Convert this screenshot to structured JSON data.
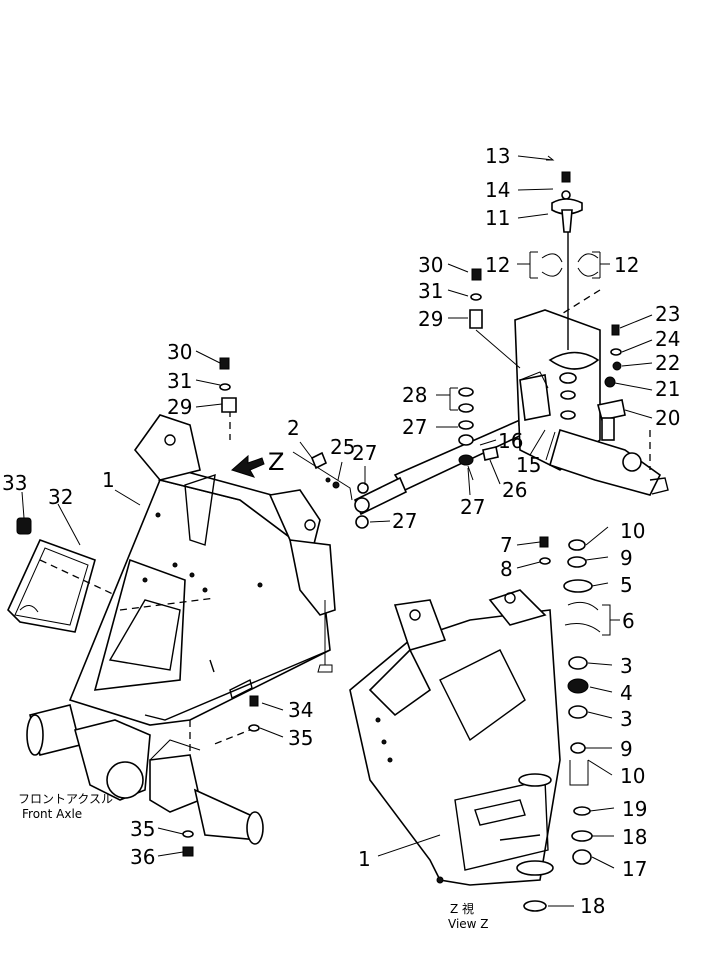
{
  "callouts": {
    "c1a": "1",
    "c1b": "1",
    "c2": "2",
    "c3a": "3",
    "c3b": "3",
    "c4": "4",
    "c5": "5",
    "c6": "6",
    "c7": "7",
    "c8": "8",
    "c9a": "9",
    "c9b": "9",
    "c10a": "10",
    "c10b": "10",
    "c11": "11",
    "c12a": "12",
    "c12b": "12",
    "c13": "13",
    "c14": "14",
    "c15": "15",
    "c16": "16",
    "c17": "17",
    "c18a": "18",
    "c18b": "18",
    "c19": "19",
    "c20": "20",
    "c21": "21",
    "c22": "22",
    "c23": "23",
    "c24": "24",
    "c25": "25",
    "c26": "26",
    "c27a": "27",
    "c27b": "27",
    "c27c": "27",
    "c27d": "27",
    "c28": "28",
    "c29a": "29",
    "c29b": "29",
    "c30a": "30",
    "c30b": "30",
    "c31a": "31",
    "c31b": "31",
    "c32": "32",
    "c33": "33",
    "c34": "34",
    "c35a": "35",
    "c35b": "35",
    "c36": "36"
  },
  "view_marker": "Z",
  "front_axle": {
    "jp": "フロントアクスル",
    "en": "Front Axle"
  },
  "view_z": {
    "jp": "Z 視",
    "en": "View Z"
  }
}
